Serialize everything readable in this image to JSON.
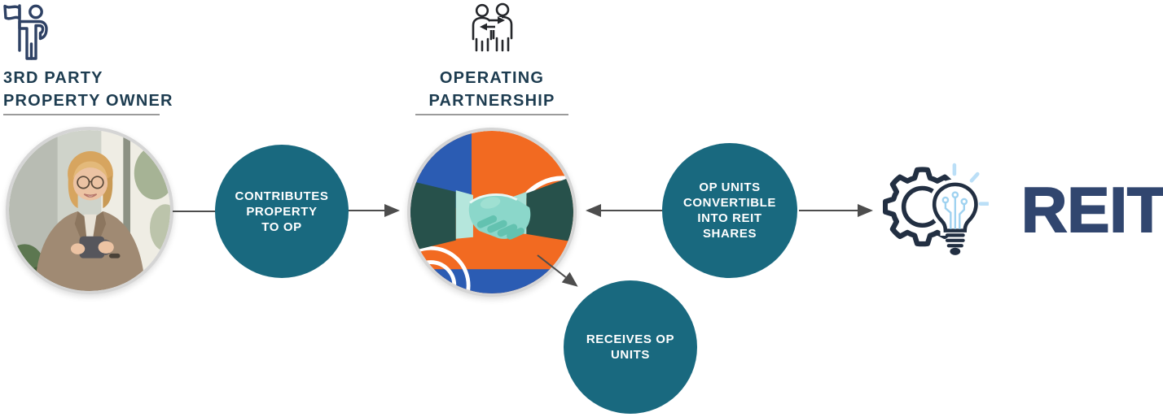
{
  "owner": {
    "line1": "3RD PARTY",
    "line2": "PROPERTY OWNER"
  },
  "op": {
    "line1": "OPERATING",
    "line2": "PARTNERSHIP"
  },
  "reit": {
    "label": "REIT"
  },
  "bubbles": {
    "contributes": {
      "line1": "CONTRIBUTES",
      "line2": "PROPERTY",
      "line3": "TO OP"
    },
    "convertible": {
      "line1": "OP UNITS",
      "line2": "CONVERTIBLE",
      "line3": "INTO REIT",
      "line4": "SHARES"
    },
    "receives": {
      "line1": "RECEIVES OP",
      "line2": "UNITS"
    }
  },
  "icons": {
    "person_flag": "person-flag-icon",
    "people_exchange": "people-exchange-icon",
    "gear_lightbulb": "gear-lightbulb-icon",
    "owner_photo": "businesswoman-photo",
    "handshake": "handshake-illustration"
  },
  "colors": {
    "teal_circle": "#19697F",
    "heading_navy": "#1D3C50",
    "reit_navy": "#31466F",
    "icon_navy": "#2E4164",
    "people_icon_dark": "#24262A",
    "arrow_gray": "#4D4D4D",
    "underline_gray": "#9B9B9B",
    "circle_ring_gray": "#D5D5D5",
    "handshake_orange": "#F26A21",
    "handshake_blue": "#2B5CB3",
    "hand_mint": "#8BD7CA",
    "sleeve_dark_teal": "#27514B",
    "circuit_light_blue": "#A9D9F5"
  }
}
